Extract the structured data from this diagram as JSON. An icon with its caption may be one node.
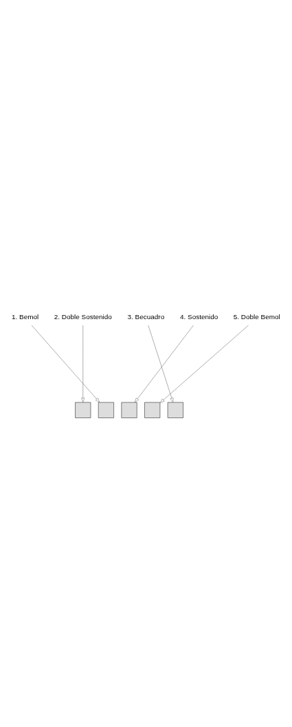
{
  "diagram": {
    "nodes": [
      {
        "text": [
          "1. Bemol"
        ]
      },
      {
        "text": [
          "2. Doble Sostenido"
        ]
      },
      {
        "text": [
          "3. Becuadro"
        ]
      },
      {
        "text": [
          "4. Sostenido"
        ]
      },
      {
        "text": [
          "5. Doble Bemol"
        ]
      },
      {
        "text": [],
        "shape": "box"
      },
      {
        "text": [],
        "shape": "box"
      },
      {
        "text": [],
        "shape": "box"
      },
      {
        "text": [],
        "shape": "box"
      },
      {
        "text": [],
        "shape": "box"
      }
    ],
    "edges": [
      {
        "from": 0,
        "to": 6,
        "arrow": "to"
      },
      {
        "from": 1,
        "to": 5,
        "arrow": "to"
      },
      {
        "from": 2,
        "to": 9,
        "arrow": "to"
      },
      {
        "from": 3,
        "to": 7,
        "arrow": "to"
      },
      {
        "from": 4,
        "to": 8,
        "arrow": "to"
      }
    ]
  }
}
